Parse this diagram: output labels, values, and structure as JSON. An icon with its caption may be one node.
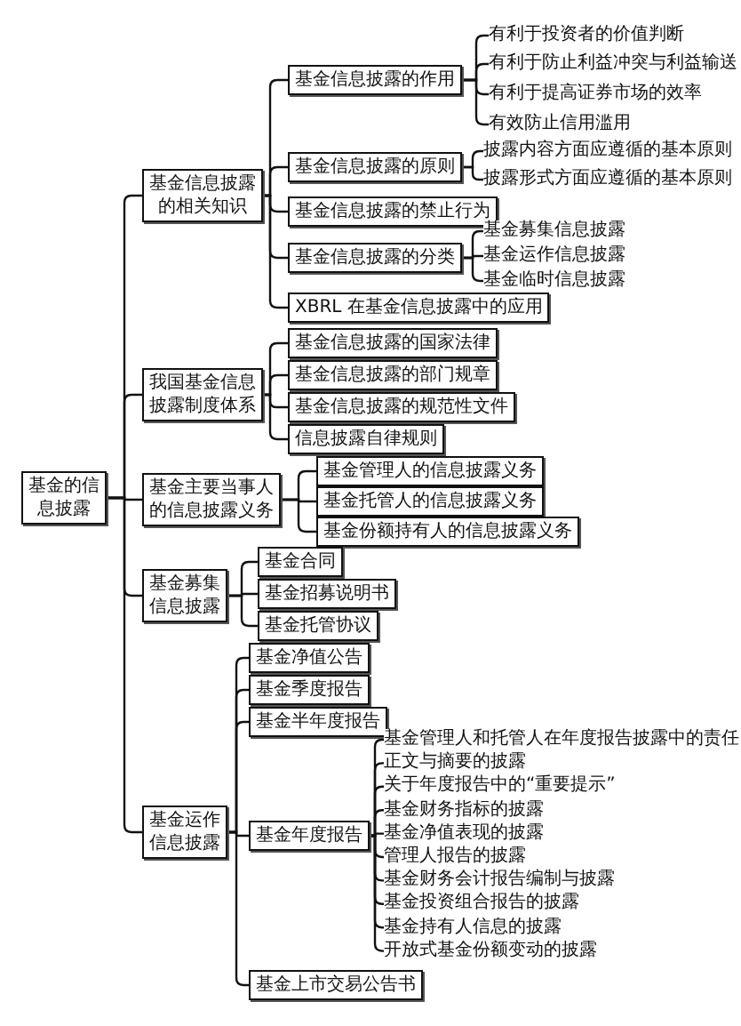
{
  "diagram": {
    "nodes": [
      {
        "text": [
          "基金的信息披露"
        ]
      },
      {
        "text": [
          "基金信息披露的相关知识"
        ]
      },
      {
        "text": [
          "基金信息披露的作用"
        ]
      },
      {
        "text": [
          "有利于投资者的价值判断"
        ]
      },
      {
        "text": [
          "有利于防止利益冲突与利益输送"
        ]
      },
      {
        "text": [
          "有利于提高证券市场的效率"
        ]
      },
      {
        "text": [
          "有效防止信用滥用"
        ]
      },
      {
        "text": [
          "基金信息披露的原则"
        ]
      },
      {
        "text": [
          "披露内容方面应遵循的基本原则"
        ]
      },
      {
        "text": [
          "披露形式方面应遵循的基本原则"
        ]
      },
      {
        "text": [
          "基金信息披露的禁止行为"
        ]
      },
      {
        "text": [
          "基金信息披露的分类"
        ]
      },
      {
        "text": [
          "基金募集信息披露"
        ]
      },
      {
        "text": [
          "基金运作信息披露"
        ]
      },
      {
        "text": [
          "基金临时信息披露"
        ]
      },
      {
        "text": [
          "XBRL 在基金信息披露中的应用"
        ]
      },
      {
        "text": [
          "我国基金信息披露制度体系"
        ]
      },
      {
        "text": [
          "基金信息披露的国家法律"
        ]
      },
      {
        "text": [
          "基金信息披露的部门规章"
        ]
      },
      {
        "text": [
          "基金信息披露的规范性文件"
        ]
      },
      {
        "text": [
          "信息披露自律规则"
        ]
      },
      {
        "text": [
          "基金主要当事人的信息披露义务"
        ]
      },
      {
        "text": [
          "基金管理人的信息披露义务"
        ]
      },
      {
        "text": [
          "基金托管人的信息披露义务"
        ]
      },
      {
        "text": [
          "基金份额持有人的信息披露义务"
        ]
      },
      {
        "text": [
          "基金募集信息披露"
        ]
      },
      {
        "text": [
          "基金合同"
        ]
      },
      {
        "text": [
          "基金招募说明书"
        ]
      },
      {
        "text": [
          "基金托管协议"
        ]
      },
      {
        "text": [
          "基金运作信息披露"
        ]
      },
      {
        "text": [
          "基金净值公告"
        ]
      },
      {
        "text": [
          "基金季度报告"
        ]
      },
      {
        "text": [
          "基金半年度报告"
        ]
      },
      {
        "text": [
          "基金年度报告"
        ]
      },
      {
        "text": [
          "基金管理人和托管人在年度报告披露中的责任"
        ]
      },
      {
        "text": [
          "正文与摘要的披露"
        ]
      },
      {
        "text": [
          "关于年度报告中的“重要提示”"
        ]
      },
      {
        "text": [
          "基金财务指标的披露"
        ]
      },
      {
        "text": [
          "基金净值表现的披露"
        ]
      },
      {
        "text": [
          "管理人报告的披露"
        ]
      },
      {
        "text": [
          "基金财务会计报告编制与披露"
        ]
      },
      {
        "text": [
          "基金投资组合报告的披露"
        ]
      },
      {
        "text": [
          "基金持有人信息的披露"
        ]
      },
      {
        "text": [
          "开放式基金份额变动的披露"
        ]
      },
      {
        "text": [
          "基金上市交易公告书"
        ]
      }
    ],
    "edges": [
      {
        "from": 0,
        "to": 1,
        "arrow": "none"
      },
      {
        "from": 0,
        "to": 16,
        "arrow": "none"
      },
      {
        "from": 0,
        "to": 21,
        "arrow": "none"
      },
      {
        "from": 0,
        "to": 25,
        "arrow": "none"
      },
      {
        "from": 0,
        "to": 29,
        "arrow": "none"
      },
      {
        "from": 1,
        "to": 2,
        "arrow": "none"
      },
      {
        "from": 1,
        "to": 7,
        "arrow": "none"
      },
      {
        "from": 1,
        "to": 10,
        "arrow": "none"
      },
      {
        "from": 1,
        "to": 11,
        "arrow": "none"
      },
      {
        "from": 1,
        "to": 15,
        "arrow": "none"
      },
      {
        "from": 2,
        "to": 3,
        "arrow": "none"
      },
      {
        "from": 2,
        "to": 4,
        "arrow": "none"
      },
      {
        "from": 2,
        "to": 5,
        "arrow": "none"
      },
      {
        "from": 2,
        "to": 6,
        "arrow": "none"
      },
      {
        "from": 7,
        "to": 8,
        "arrow": "none"
      },
      {
        "from": 7,
        "to": 9,
        "arrow": "none"
      },
      {
        "from": 11,
        "to": 12,
        "arrow": "none"
      },
      {
        "from": 11,
        "to": 13,
        "arrow": "none"
      },
      {
        "from": 11,
        "to": 14,
        "arrow": "none"
      },
      {
        "from": 16,
        "to": 17,
        "arrow": "none"
      },
      {
        "from": 16,
        "to": 18,
        "arrow": "none"
      },
      {
        "from": 16,
        "to": 19,
        "arrow": "none"
      },
      {
        "from": 16,
        "to": 20,
        "arrow": "none"
      },
      {
        "from": 21,
        "to": 22,
        "arrow": "none"
      },
      {
        "from": 21,
        "to": 23,
        "arrow": "none"
      },
      {
        "from": 21,
        "to": 24,
        "arrow": "none"
      },
      {
        "from": 25,
        "to": 26,
        "arrow": "none"
      },
      {
        "from": 25,
        "to": 27,
        "arrow": "none"
      },
      {
        "from": 25,
        "to": 28,
        "arrow": "none"
      },
      {
        "from": 29,
        "to": 30,
        "arrow": "none"
      },
      {
        "from": 29,
        "to": 31,
        "arrow": "none"
      },
      {
        "from": 29,
        "to": 32,
        "arrow": "none"
      },
      {
        "from": 29,
        "to": 33,
        "arrow": "none"
      },
      {
        "from": 29,
        "to": 44,
        "arrow": "none"
      },
      {
        "from": 33,
        "to": 34,
        "arrow": "none"
      },
      {
        "from": 33,
        "to": 35,
        "arrow": "none"
      },
      {
        "from": 33,
        "to": 36,
        "arrow": "none"
      },
      {
        "from": 33,
        "to": 37,
        "arrow": "none"
      },
      {
        "from": 33,
        "to": 38,
        "arrow": "none"
      },
      {
        "from": 33,
        "to": 39,
        "arrow": "none"
      },
      {
        "from": 33,
        "to": 40,
        "arrow": "none"
      },
      {
        "from": 33,
        "to": 41,
        "arrow": "none"
      },
      {
        "from": 33,
        "to": 42,
        "arrow": "none"
      },
      {
        "from": 33,
        "to": 43,
        "arrow": "none"
      }
    ]
  }
}
